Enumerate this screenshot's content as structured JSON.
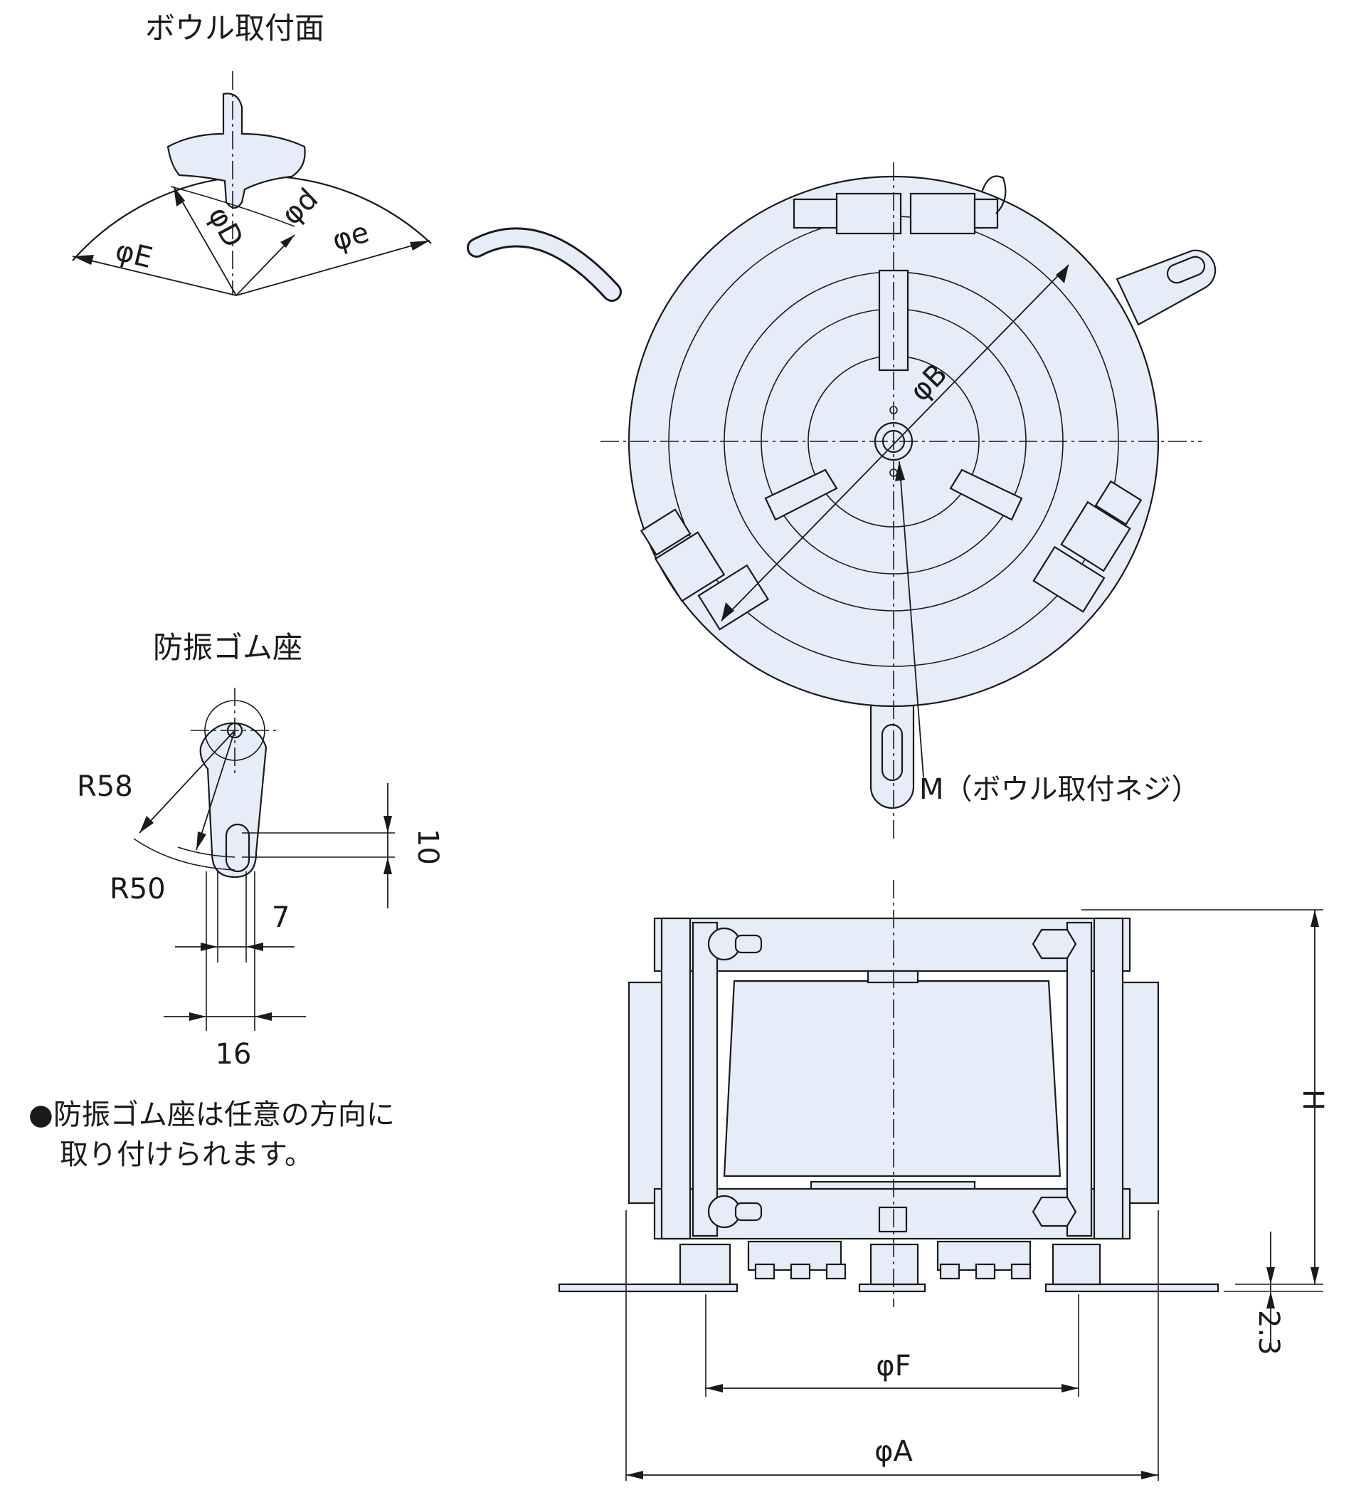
{
  "views": {
    "bowl_mount_face": {
      "title": "ボウル取付面",
      "labels": {
        "phi_E": "φE",
        "phi_D": "φD",
        "phi_d": "φd",
        "phi_e": "φe"
      }
    },
    "rubber_mount": {
      "title": "防振ゴム座",
      "labels": {
        "R58": "R58",
        "R50": "R50",
        "dim_10": "10",
        "dim_7": "7",
        "dim_16": "16"
      }
    },
    "top_view": {
      "labels": {
        "phi_B": "φB",
        "M": "M（ボウル取付ネジ）"
      }
    },
    "side_view": {
      "labels": {
        "H": "H",
        "dim_2_3": "2.3",
        "phi_F": "φF",
        "phi_A": "φA"
      }
    }
  },
  "note": {
    "line1": "●防振ゴム座は任意の方向に",
    "line2": "取り付けられます。"
  },
  "colors": {
    "fill": "#e6ecf8",
    "line": "#1a1a1a"
  }
}
